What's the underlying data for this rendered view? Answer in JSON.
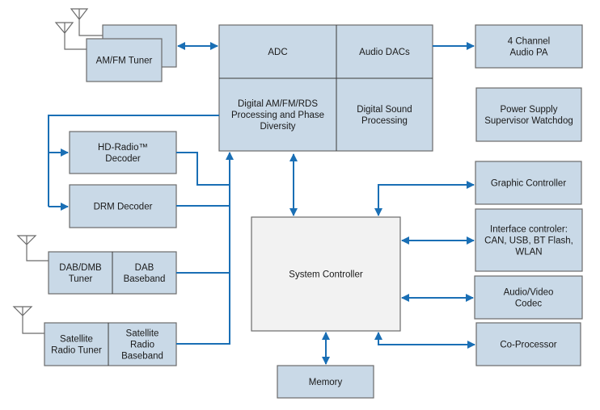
{
  "diagram": {
    "colors": {
      "block_fill": "#c9d9e7",
      "controller_fill": "#f2f2f2",
      "border": "#6b6b6b",
      "connector": "#1a6fb5"
    },
    "blocks": {
      "amfm_tuner": [
        "AM/FM Tuner"
      ],
      "adc": [
        "ADC"
      ],
      "audio_dacs": [
        "Audio DACs"
      ],
      "digital_amfm": [
        "Digital AM/FM/RDS",
        "Processing and Phase",
        "Diversity"
      ],
      "digital_sound": [
        "Digital Sound",
        "Processing"
      ],
      "audio_pa": [
        "4 Channel",
        "Audio PA"
      ],
      "power_supply": [
        "Power Supply",
        "Supervisor Watchdog"
      ],
      "hd_radio": [
        "HD-Radio™",
        "Decoder"
      ],
      "drm": [
        "DRM Decoder"
      ],
      "dab_tuner": [
        "DAB/DMB",
        "Tuner"
      ],
      "dab_baseband": [
        "DAB",
        "Baseband"
      ],
      "sat_tuner": [
        "Satellite",
        "Radio Tuner"
      ],
      "sat_baseband": [
        "Satellite",
        "Radio",
        "Baseband"
      ],
      "system_controller": [
        "System Controller"
      ],
      "memory": [
        "Memory"
      ],
      "graphic_controller": [
        "Graphic Controller"
      ],
      "interface_controller": [
        "Interface controler:",
        "CAN, USB, BT Flash,",
        "WLAN"
      ],
      "av_codec": [
        "Audio/Video",
        "Codec"
      ],
      "coprocessor": [
        "Co-Processor"
      ]
    },
    "icons": {
      "antenna": "antenna-icon",
      "arrow": "arrowhead-icon"
    }
  }
}
